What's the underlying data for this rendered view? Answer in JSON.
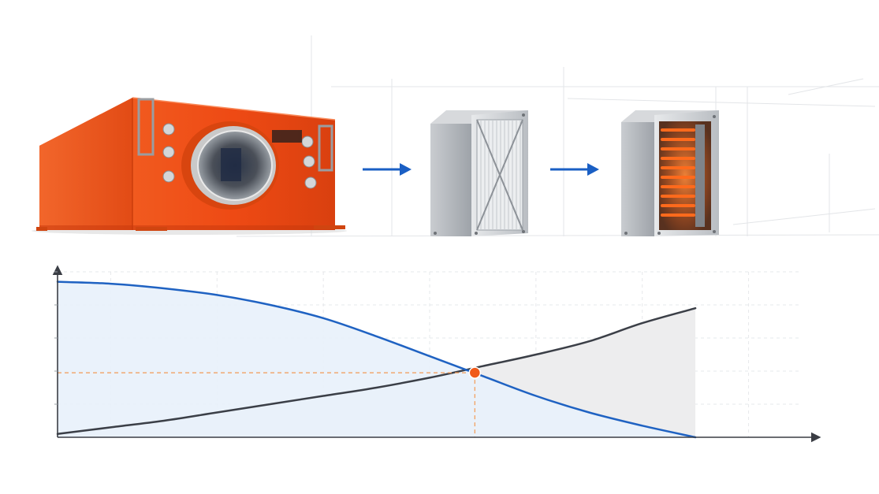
{
  "colors": {
    "unit_orange": "#ef4f17",
    "arrow_blue": "#1a5fc4",
    "curve_blue": "#1f62c2",
    "fill_blue": "#e8f1fb",
    "curve_dark": "#3b3f47",
    "fill_gray": "#ededee",
    "marker_orange": "#f05a1a",
    "guide_orange": "#f39a55",
    "axis": "#3a3d44"
  },
  "icons": {
    "unit": "ventilation-unit-icon",
    "filter": "air-filter-icon",
    "heater": "electric-heater-icon",
    "arrow": "arrow-right-icon"
  },
  "chart_data": {
    "type": "area",
    "title": "",
    "xlabel": "",
    "ylabel": "",
    "xlim": [
      0,
      14
    ],
    "ylim": [
      0,
      5
    ],
    "grid": true,
    "legend": "none",
    "x": [
      0,
      1,
      2,
      3,
      4,
      5,
      6,
      7,
      8,
      9,
      10,
      11,
      12
    ],
    "series": [
      {
        "values": [
          4.7,
          4.64,
          4.5,
          4.3,
          4.0,
          3.6,
          3.05,
          2.45,
          1.85,
          1.25,
          0.75,
          0.35,
          0.0
        ]
      },
      {
        "values": [
          0.1,
          0.3,
          0.5,
          0.75,
          1.0,
          1.25,
          1.5,
          1.8,
          2.15,
          2.5,
          2.9,
          3.45,
          3.9
        ]
      }
    ],
    "intersection": {
      "x": 7.85,
      "y": 1.95
    }
  }
}
